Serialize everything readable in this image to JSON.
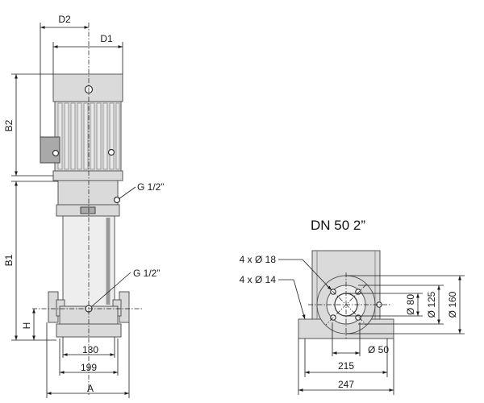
{
  "front_view": {
    "dims": {
      "d2": "D2",
      "d1": "D1",
      "b2": "B2",
      "b1": "B1",
      "h": "H",
      "w130": "130",
      "w199": "199",
      "a": "A"
    },
    "callouts": {
      "g_upper": "G 1/2”",
      "g_lower": "G 1/2”"
    }
  },
  "flange_view": {
    "title": "DN 50 2”",
    "callouts": {
      "holes_18": "4 x Ø 18",
      "holes_14": "4 x Ø 14"
    },
    "dims": {
      "d80": "Ø 80",
      "d125": "Ø 125",
      "d160": "Ø 160",
      "d50": "Ø 50",
      "w215": "215",
      "w247": "247"
    }
  },
  "colors": {
    "line": "#1a1a1a",
    "body_fill": "#dadada",
    "dark_fill": "#a9a9a9",
    "background": "#ffffff"
  }
}
